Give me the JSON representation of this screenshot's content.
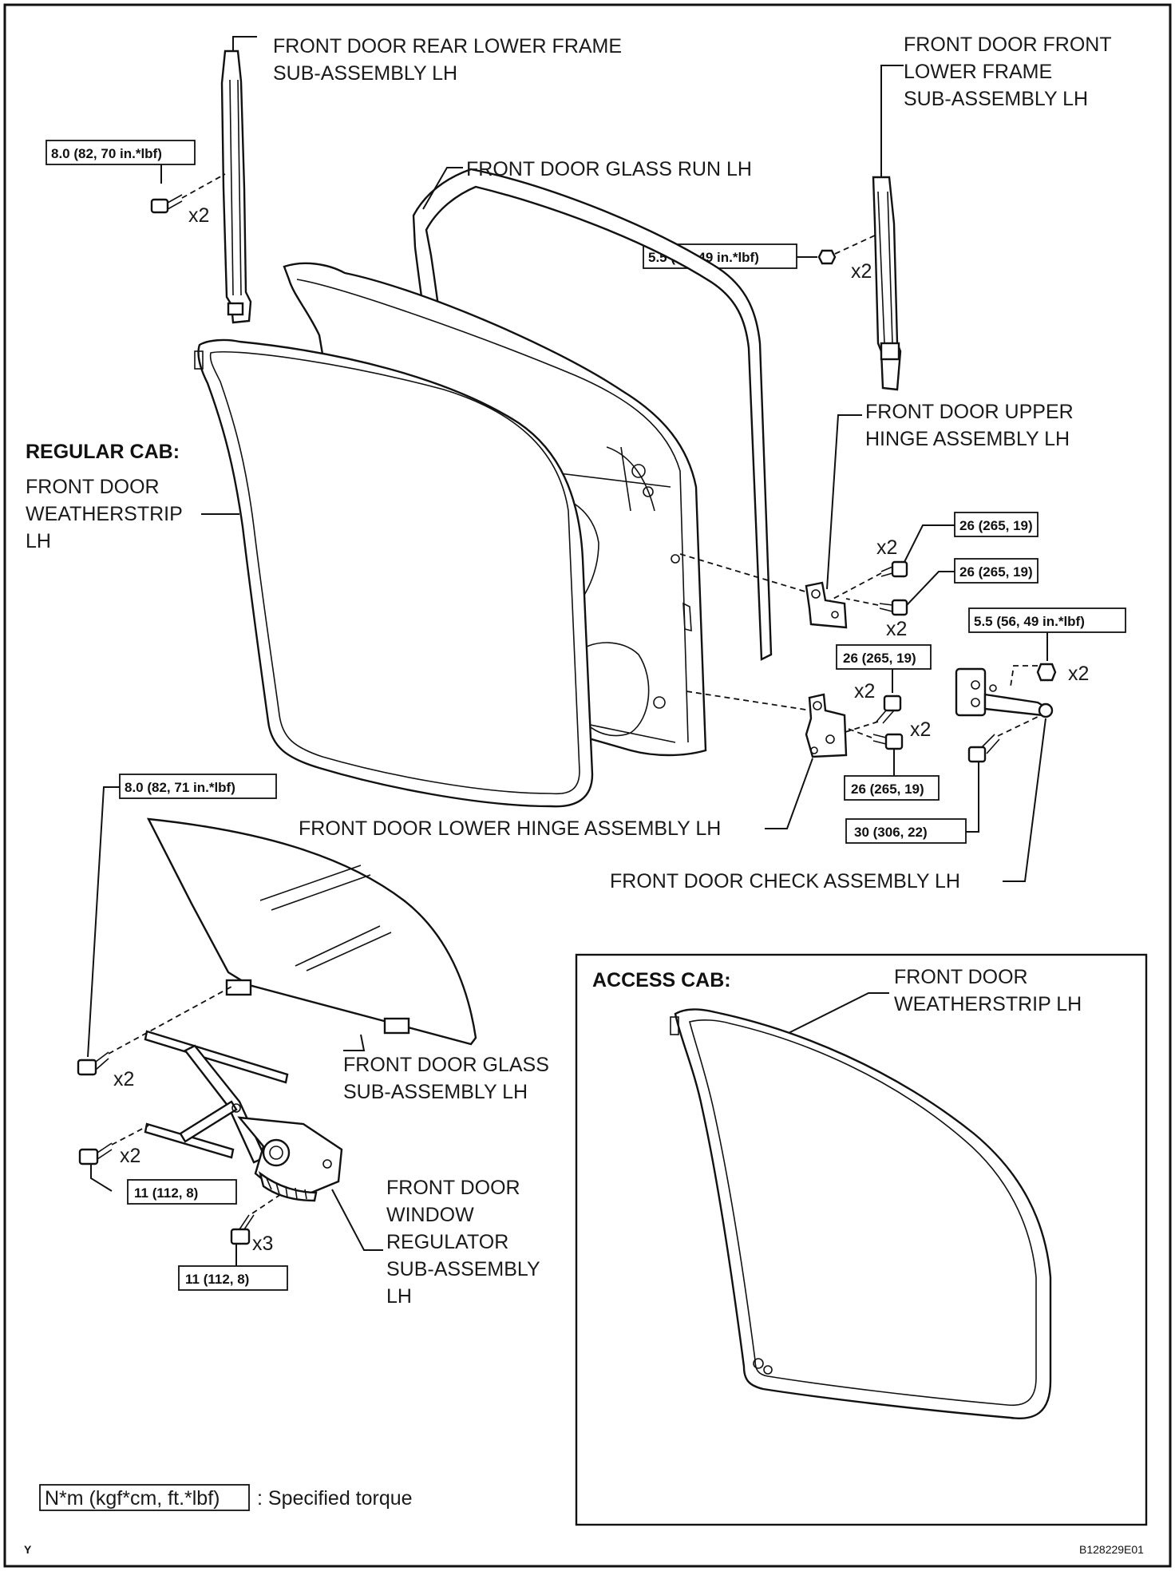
{
  "labels": {
    "rear_lower_frame": [
      "FRONT DOOR REAR LOWER FRAME",
      "SUB-ASSEMBLY LH"
    ],
    "front_lower_frame": [
      "FRONT DOOR FRONT",
      "LOWER FRAME",
      "SUB-ASSEMBLY LH"
    ],
    "glass_run": "FRONT DOOR GLASS RUN LH",
    "upper_hinge": [
      "FRONT DOOR UPPER",
      "HINGE ASSEMBLY LH"
    ],
    "regular_cab": "REGULAR CAB:",
    "weatherstrip_regular": [
      "FRONT DOOR",
      "WEATHERSTRIP",
      "LH"
    ],
    "lower_hinge": "FRONT DOOR LOWER HINGE ASSEMBLY LH",
    "check_assembly": "FRONT DOOR CHECK ASSEMBLY LH",
    "glass": [
      "FRONT DOOR GLASS",
      "SUB-ASSEMBLY LH"
    ],
    "regulator": [
      "FRONT DOOR",
      "WINDOW",
      "REGULATOR",
      "SUB-ASSEMBLY",
      "LH"
    ],
    "access_cab": "ACCESS CAB:",
    "weatherstrip_access": [
      "FRONT DOOR",
      "WEATHERSTRIP LH"
    ]
  },
  "torques": {
    "rear_frame": "8.0 (82, 70 in.*lbf)",
    "front_frame": "5.5 (56, 49 in.*lbf)",
    "upper_hinge_1": "26 (265, 19)",
    "upper_hinge_2": "26 (265, 19)",
    "check_nut": "5.5 (56, 49 in.*lbf)",
    "lower_hinge_1": "26 (265, 19)",
    "lower_hinge_2": "26 (265, 19)",
    "check_bolt": "30 (306, 22)",
    "glass": "8.0 (82, 71 in.*lbf)",
    "regulator_1": "11 (112,  8)",
    "regulator_2": "11 (112,  8)"
  },
  "qty": {
    "rear_frame": "x2",
    "front_frame": "x2",
    "upper_hinge_1": "x2",
    "upper_hinge_2": "x2",
    "lower_hinge_1": "x2",
    "lower_hinge_2": "x2",
    "check_nut": "x2",
    "glass": "x2",
    "regulator_1": "x2",
    "regulator_2": "x3"
  },
  "legend": {
    "key": "N*m (kgf*cm, ft.*lbf)",
    "text": ": Specified torque"
  },
  "footer": {
    "left": "Y",
    "right": "B128229E01"
  }
}
